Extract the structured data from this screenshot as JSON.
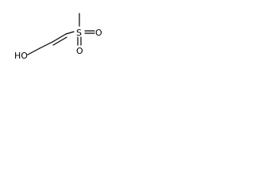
{
  "molecule": {
    "atoms": {
      "oxygen_hydroxyl": "HO",
      "sulfur": "S",
      "oxygen_top": "O",
      "oxygen_bottom": "O"
    },
    "colors": {
      "ink": "#000000",
      "background": "#ffffff"
    }
  }
}
